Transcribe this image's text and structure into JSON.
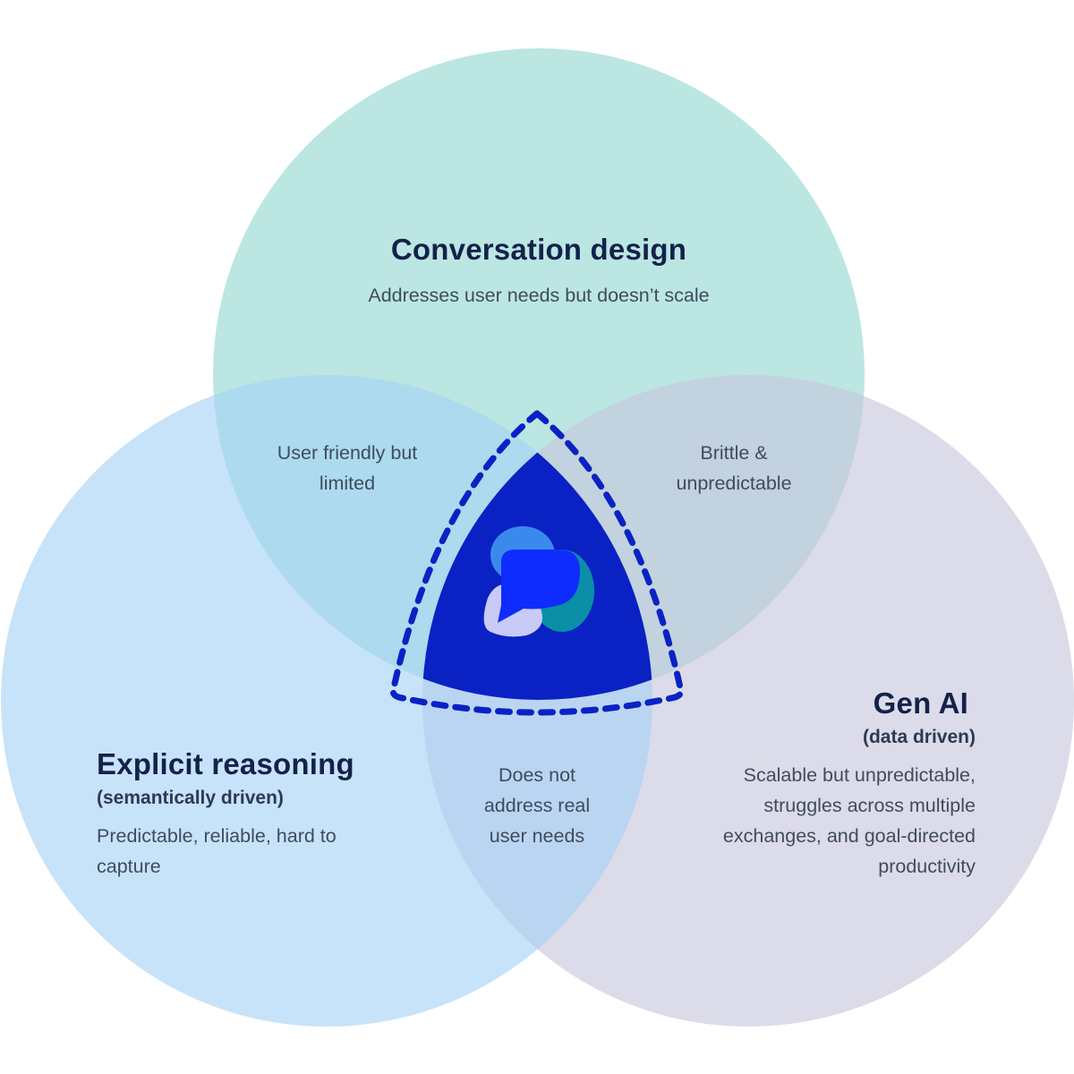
{
  "circles": {
    "top": {
      "title": "Conversation design",
      "description": "Addresses user needs but doesn’t scale",
      "color": "#9edcd5"
    },
    "left": {
      "title": "Explicit reasoning",
      "subtitle": "(semantically driven)",
      "description_lines": [
        "Predictable, reliable, hard to",
        "capture"
      ],
      "color": "#a8d4f5"
    },
    "right": {
      "title": "Gen AI",
      "subtitle": "(data driven)",
      "description_lines": [
        "Scalable but unpredictable,",
        "struggles across multiple",
        "exchanges, and goal-directed",
        "productivity"
      ],
      "color": "#cdccdf"
    }
  },
  "overlaps": {
    "top_left": [
      "User friendly but",
      "limited"
    ],
    "top_right": [
      "Brittle &",
      "unpredictable"
    ],
    "left_right": [
      "Does not",
      "address real",
      "user needs"
    ]
  },
  "center": {
    "icon": "chat-bubbles-logo-icon",
    "fill_color": "#0a22c4",
    "dashed_outline_color": "#0a22c4"
  }
}
